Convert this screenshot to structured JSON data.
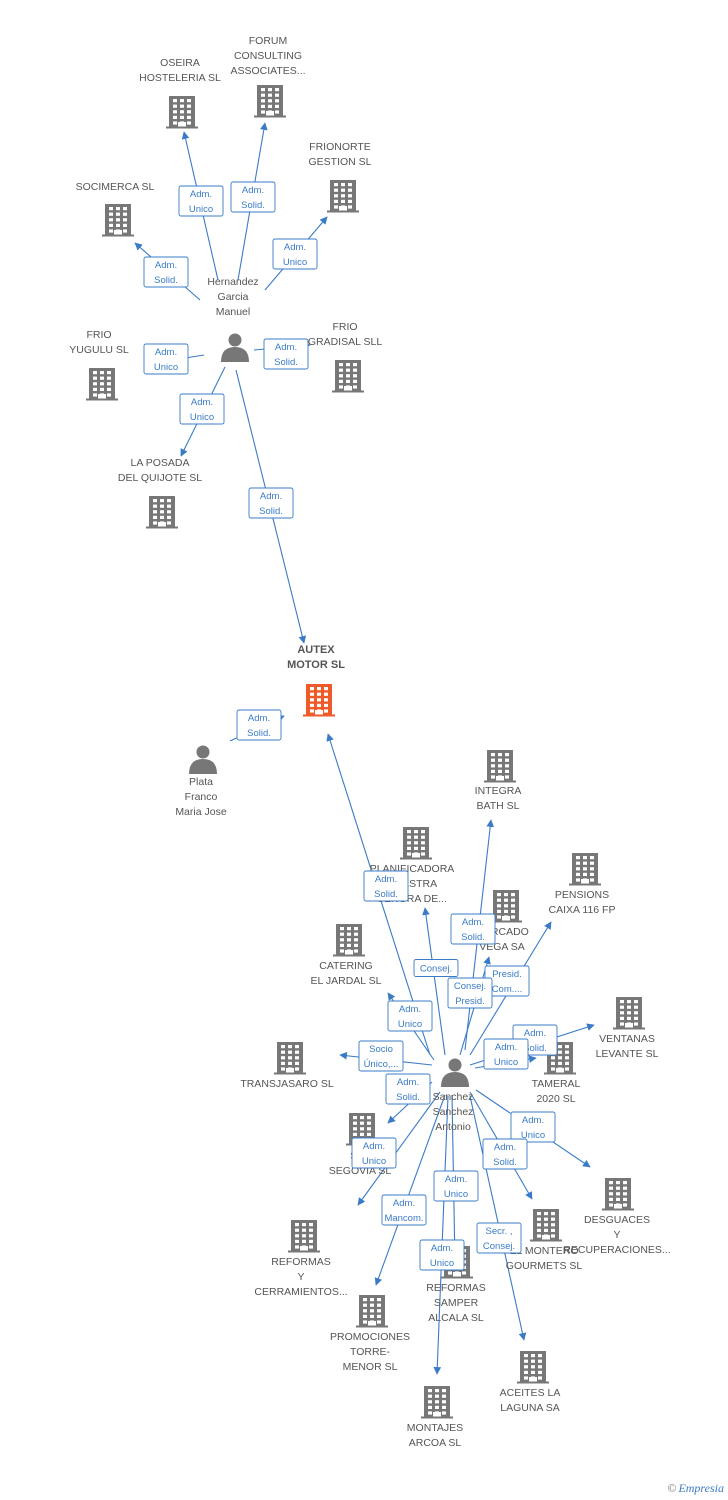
{
  "colors": {
    "edge": "#3a7bc8",
    "building": "#777777",
    "main_building": "#f05a28",
    "person": "#777777",
    "label": "#555555"
  },
  "watermark": {
    "copy": "©",
    "brand": "Empresia"
  },
  "nodes": [
    {
      "id": "oseira",
      "type": "company",
      "lines": [
        "OSEIRA",
        "HOSTELERIA SL"
      ]
    },
    {
      "id": "forum",
      "type": "company",
      "lines": [
        "FORUM",
        "CONSULTING",
        "ASSOCIATES..."
      ]
    },
    {
      "id": "frionorte",
      "type": "company",
      "lines": [
        "FRIONORTE",
        "GESTION SL"
      ]
    },
    {
      "id": "socimerca",
      "type": "company",
      "lines": [
        "SOCIMERCA SL"
      ]
    },
    {
      "id": "hernandez",
      "type": "person",
      "lines": [
        "Hernandez",
        "Garcia",
        "Manuel"
      ]
    },
    {
      "id": "frioyugulu",
      "type": "company",
      "lines": [
        "FRIO",
        "YUGULU  SL"
      ]
    },
    {
      "id": "friogradisal",
      "type": "company",
      "lines": [
        "FRIO",
        "GRADISAL SLL"
      ]
    },
    {
      "id": "laposada",
      "type": "company",
      "lines": [
        "LA POSADA",
        "DEL QUIJOTE SL"
      ]
    },
    {
      "id": "autex",
      "type": "main",
      "lines": [
        "AUTEX",
        "MOTOR SL"
      ]
    },
    {
      "id": "plata",
      "type": "person",
      "lines": [
        "Plata",
        "Franco",
        "Maria Jose"
      ]
    },
    {
      "id": "integra",
      "type": "company",
      "lines": [
        "INTEGRA",
        "BATH  SL"
      ]
    },
    {
      "id": "planificadora",
      "type": "company",
      "lines": [
        "PLANIFICADORA",
        "NUESTRA",
        "SEÑORA DE..."
      ]
    },
    {
      "id": "pensions",
      "type": "company",
      "lines": [
        "PENSIONS",
        "CAIXA 116 FP"
      ]
    },
    {
      "id": "mercado",
      "type": "company",
      "lines": [
        "MERCADO",
        "VEGA SA"
      ]
    },
    {
      "id": "catering",
      "type": "company",
      "lines": [
        "CATERING",
        "EL JARDAL  SL"
      ]
    },
    {
      "id": "ventanas",
      "type": "company",
      "lines": [
        "VENTANAS",
        "LEVANTE SL"
      ]
    },
    {
      "id": "transjasaro",
      "type": "company",
      "lines": [
        "TRANSJASARO SL"
      ]
    },
    {
      "id": "tameral",
      "type": "company",
      "lines": [
        "TAMERAL",
        "2020 SL"
      ]
    },
    {
      "id": "sanchez",
      "type": "person",
      "lines": [
        "Sanchez",
        "Sanchez",
        "Antonio"
      ]
    },
    {
      "id": "satsegovia",
      "type": "company",
      "lines": [
        "SAT",
        "SEGOVIA SL"
      ]
    },
    {
      "id": "desguaces",
      "type": "company",
      "lines": [
        "DESGUACES",
        "Y",
        "RECUPERACIONES..."
      ]
    },
    {
      "id": "elmontero",
      "type": "company",
      "lines": [
        "EL MONTERO",
        "GOURMETS SL"
      ]
    },
    {
      "id": "reformasc",
      "type": "company",
      "lines": [
        "REFORMAS",
        "Y",
        "CERRAMIENTOS..."
      ]
    },
    {
      "id": "reformass",
      "type": "company",
      "lines": [
        "REFORMAS",
        "SAMPER",
        "ALCALA SL"
      ]
    },
    {
      "id": "promociones",
      "type": "company",
      "lines": [
        "PROMOCIONES",
        "TORRE-",
        "MENOR SL"
      ]
    },
    {
      "id": "aceites",
      "type": "company",
      "lines": [
        "ACEITES LA",
        "LAGUNA SA"
      ]
    },
    {
      "id": "montajes",
      "type": "company",
      "lines": [
        "MONTAJES",
        "ARCOA  SL"
      ]
    }
  ],
  "edges": [
    {
      "from": "hernandez",
      "to": "oseira",
      "lines": [
        "Adm.",
        "Unico"
      ]
    },
    {
      "from": "hernandez",
      "to": "forum",
      "lines": [
        "Adm.",
        "Solid."
      ]
    },
    {
      "from": "hernandez",
      "to": "frionorte",
      "lines": [
        "Adm.",
        "Unico"
      ]
    },
    {
      "from": "hernandez",
      "to": "socimerca",
      "lines": [
        "Adm.",
        "Solid."
      ]
    },
    {
      "from": "hernandez",
      "to": "frioyugulu",
      "lines": [
        "Adm.",
        "Unico"
      ]
    },
    {
      "from": "hernandez",
      "to": "friogradisal",
      "lines": [
        "Adm.",
        "Solid."
      ]
    },
    {
      "from": "hernandez",
      "to": "laposada",
      "lines": [
        "Adm.",
        "Unico"
      ]
    },
    {
      "from": "hernandez",
      "to": "autex",
      "lines": [
        "Adm.",
        "Solid."
      ]
    },
    {
      "from": "plata",
      "to": "autex",
      "lines": [
        "Adm.",
        "Solid."
      ]
    },
    {
      "from": "sanchez",
      "to": "autex",
      "lines": [
        "Adm.",
        "Solid."
      ]
    },
    {
      "from": "sanchez",
      "to": "integra",
      "lines": [
        "Adm.",
        "Solid."
      ]
    },
    {
      "from": "sanchez",
      "to": "planificadora",
      "lines": [
        "Consej."
      ]
    },
    {
      "from": "sanchez",
      "to": "pensions",
      "lines": [
        "Presid.",
        "Com...."
      ]
    },
    {
      "from": "sanchez",
      "to": "mercado",
      "lines": [
        "Consej.",
        "Presid."
      ]
    },
    {
      "from": "sanchez",
      "to": "catering",
      "lines": [
        "Adm.",
        "Unico"
      ]
    },
    {
      "from": "sanchez",
      "to": "ventanas",
      "lines": [
        "Adm.",
        "Solid."
      ]
    },
    {
      "from": "sanchez",
      "to": "transjasaro",
      "lines": [
        "Socio",
        "Único,..."
      ]
    },
    {
      "from": "sanchez",
      "to": "tameral",
      "lines": [
        "Adm.",
        "Unico"
      ]
    },
    {
      "from": "sanchez",
      "to": "satsegovia",
      "lines": [
        "Adm.",
        "Solid."
      ]
    },
    {
      "from": "sanchez",
      "to": "desguaces",
      "lines": [
        "Adm.",
        "Unico"
      ]
    },
    {
      "from": "sanchez",
      "to": "elmontero",
      "lines": [
        "Adm.",
        "Solid."
      ]
    },
    {
      "from": "sanchez",
      "to": "reformasc",
      "lines": [
        "Adm.",
        "Unico"
      ]
    },
    {
      "from": "sanchez",
      "to": "promociones",
      "lines": [
        "Adm.",
        "Mancom."
      ]
    },
    {
      "from": "sanchez",
      "to": "reformass",
      "lines": [
        "Adm.",
        "Unico"
      ]
    },
    {
      "from": "sanchez",
      "to": "aceites",
      "lines": [
        "Secr. ,",
        "Consej."
      ]
    },
    {
      "from": "sanchez",
      "to": "montajes",
      "lines": [
        "Adm.",
        "Unico"
      ]
    }
  ]
}
